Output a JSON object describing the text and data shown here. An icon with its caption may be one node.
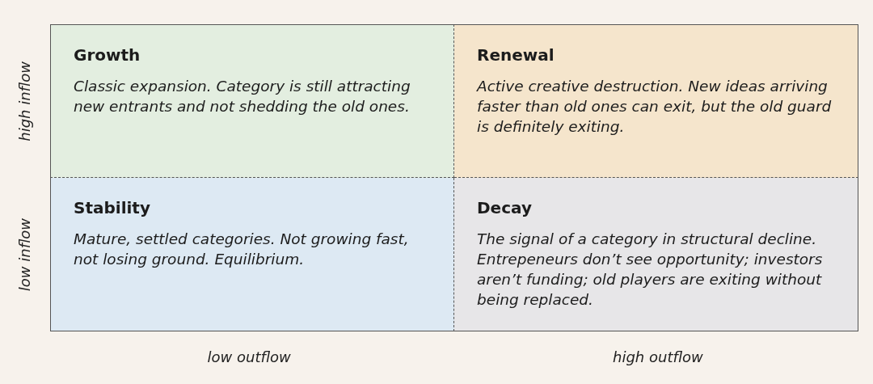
{
  "diagram": {
    "nodes": [
      {
        "text": [
          "Growth",
          "Classic expansion. Category is still attracting new entrants and not shedding the old ones."
        ]
      },
      {
        "text": [
          "Renewal",
          "Active creative destruction. New ideas arriving faster than old ones can exit, but the old guard is definitely exiting."
        ]
      },
      {
        "text": [
          "Stability",
          "Mature, settled categories. Not growing fast, not losing ground. Equilibrium."
        ]
      },
      {
        "text": [
          "Decay",
          "The signal of a category in structural decline. Entrepeneurs don’t see opportunity; investors aren’t funding; old players are exiting without being replaced."
        ]
      }
    ],
    "labels": [
      "high inflow",
      "low inflow",
      "low outflow",
      "high outflow"
    ]
  }
}
